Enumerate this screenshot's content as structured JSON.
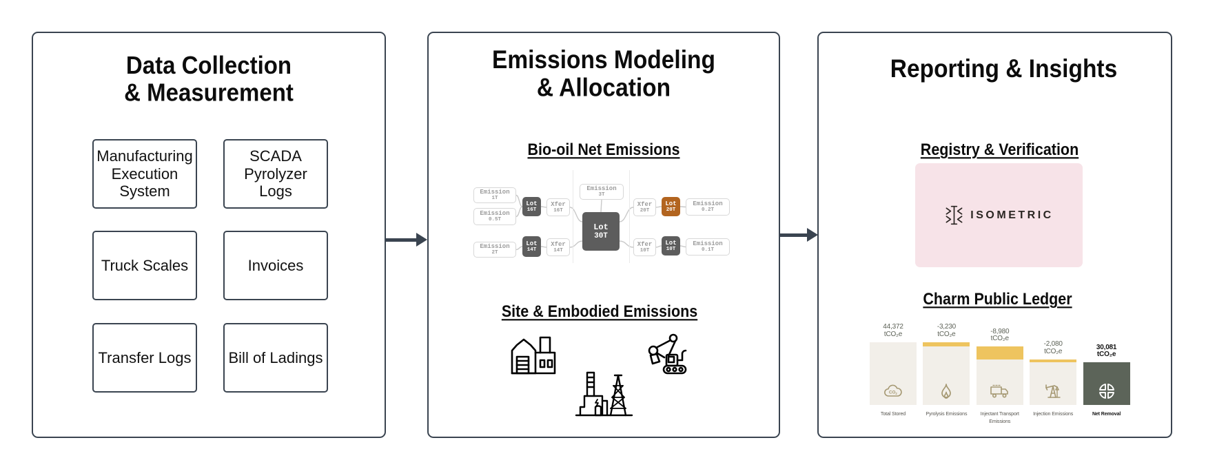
{
  "panels": {
    "collection": {
      "title_lines": [
        "Data Collection",
        "& Measurement"
      ],
      "boxes": [
        "Manufacturing\nExecution\nSystem",
        "SCADA\nPyrolyzer\nLogs",
        "Truck Scales",
        "Invoices",
        "Transfer Logs",
        "Bill of Ladings"
      ]
    },
    "modeling": {
      "title_lines": [
        "Emissions Modeling",
        "& Allocation"
      ],
      "bio_heading": "Bio-oil Net Emissions",
      "site_heading": "Site & Embodied Emissions",
      "site_icons": [
        "factory-icon",
        "power-plant-icon",
        "excavator-icon"
      ]
    },
    "reporting": {
      "title": "Reporting & Insights",
      "registry_heading": "Registry & Verification",
      "registry_logo_text": "ISOMETRIC",
      "ledger_heading": "Charm Public Ledger"
    }
  },
  "flow": {
    "nodes": [
      {
        "id": "em1",
        "label": "Emission",
        "value": "1T",
        "variant": "light"
      },
      {
        "id": "em05",
        "label": "Emission",
        "value": "0.5T",
        "variant": "light"
      },
      {
        "id": "lot16",
        "label": "Lot",
        "value": "16T",
        "variant": "dark"
      },
      {
        "id": "xfer16",
        "label": "Xfer",
        "value": "16T",
        "variant": "light"
      },
      {
        "id": "em2",
        "label": "Emission",
        "value": "2T",
        "variant": "light"
      },
      {
        "id": "lot14",
        "label": "Lot",
        "value": "14T",
        "variant": "dark"
      },
      {
        "id": "xfer14",
        "label": "Xfer",
        "value": "14T",
        "variant": "light"
      },
      {
        "id": "em3",
        "label": "Emission",
        "value": "3T",
        "variant": "light"
      },
      {
        "id": "lot30",
        "label": "Lot",
        "value": "30T",
        "variant": "dark",
        "size": "large"
      },
      {
        "id": "xfer20",
        "label": "Xfer",
        "value": "20T",
        "variant": "light"
      },
      {
        "id": "lot20",
        "label": "Lot",
        "value": "20T",
        "variant": "orange"
      },
      {
        "id": "em02",
        "label": "Emission",
        "value": "0.2T",
        "variant": "light"
      },
      {
        "id": "xfer10",
        "label": "Xfer",
        "value": "10T",
        "variant": "light"
      },
      {
        "id": "lot10",
        "label": "Lot",
        "value": "10T",
        "variant": "dark"
      },
      {
        "id": "em01",
        "label": "Emission",
        "value": "0.1T",
        "variant": "light"
      }
    ],
    "edges": [
      [
        "em1",
        "lot16"
      ],
      [
        "em05",
        "lot16"
      ],
      [
        "lot16",
        "xfer16"
      ],
      [
        "xfer16",
        "lot30"
      ],
      [
        "em2",
        "lot14"
      ],
      [
        "lot14",
        "xfer14"
      ],
      [
        "xfer14",
        "lot30"
      ],
      [
        "em3",
        "lot30"
      ],
      [
        "lot30",
        "xfer20"
      ],
      [
        "xfer20",
        "lot20"
      ],
      [
        "lot20",
        "em02"
      ],
      [
        "lot30",
        "xfer10"
      ],
      [
        "xfer10",
        "lot10"
      ],
      [
        "lot10",
        "em01"
      ]
    ]
  },
  "chart_data": {
    "type": "bar",
    "subtype": "waterfall",
    "title": "Charm Public Ledger",
    "categories": [
      "Total Stored",
      "Pyrolysis Emissions",
      "Injectant Transport Emissions",
      "Injection Emissions",
      "Net Removal"
    ],
    "values": [
      44372,
      -3230,
      -8980,
      -2080,
      30081
    ],
    "value_labels": [
      "44,372",
      "-3,230",
      "-8,980",
      "-2,080",
      "30,081"
    ],
    "unit": "tCO₂e",
    "icons": [
      "co2-cloud-icon",
      "flame-icon",
      "truck-icon",
      "pumpjack-icon",
      "net-removal-icon"
    ],
    "legend": null,
    "grid": false
  },
  "colors": {
    "panel_border": "#3a4450",
    "node_dark": "#5d5d5d",
    "node_orange": "#b2641f",
    "registry_pink": "#f7e3e8",
    "bar_base": "#f2efe9",
    "bar_delta": "#eec45f",
    "bar_net": "#5c6459",
    "bar_icon": "#a59872"
  }
}
